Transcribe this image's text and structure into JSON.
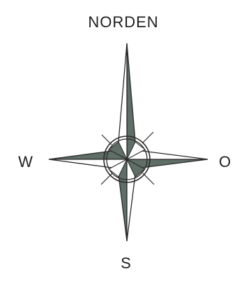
{
  "compass": {
    "labels": {
      "north": "NORDEN",
      "west": "W",
      "east": "O",
      "south": "S"
    },
    "colors": {
      "background": "#ffffff",
      "fill_dark": "#5f6f67",
      "fill_light": "#ffffff",
      "stroke": "#2a2a2a",
      "text": "#1e1e1e"
    }
  }
}
